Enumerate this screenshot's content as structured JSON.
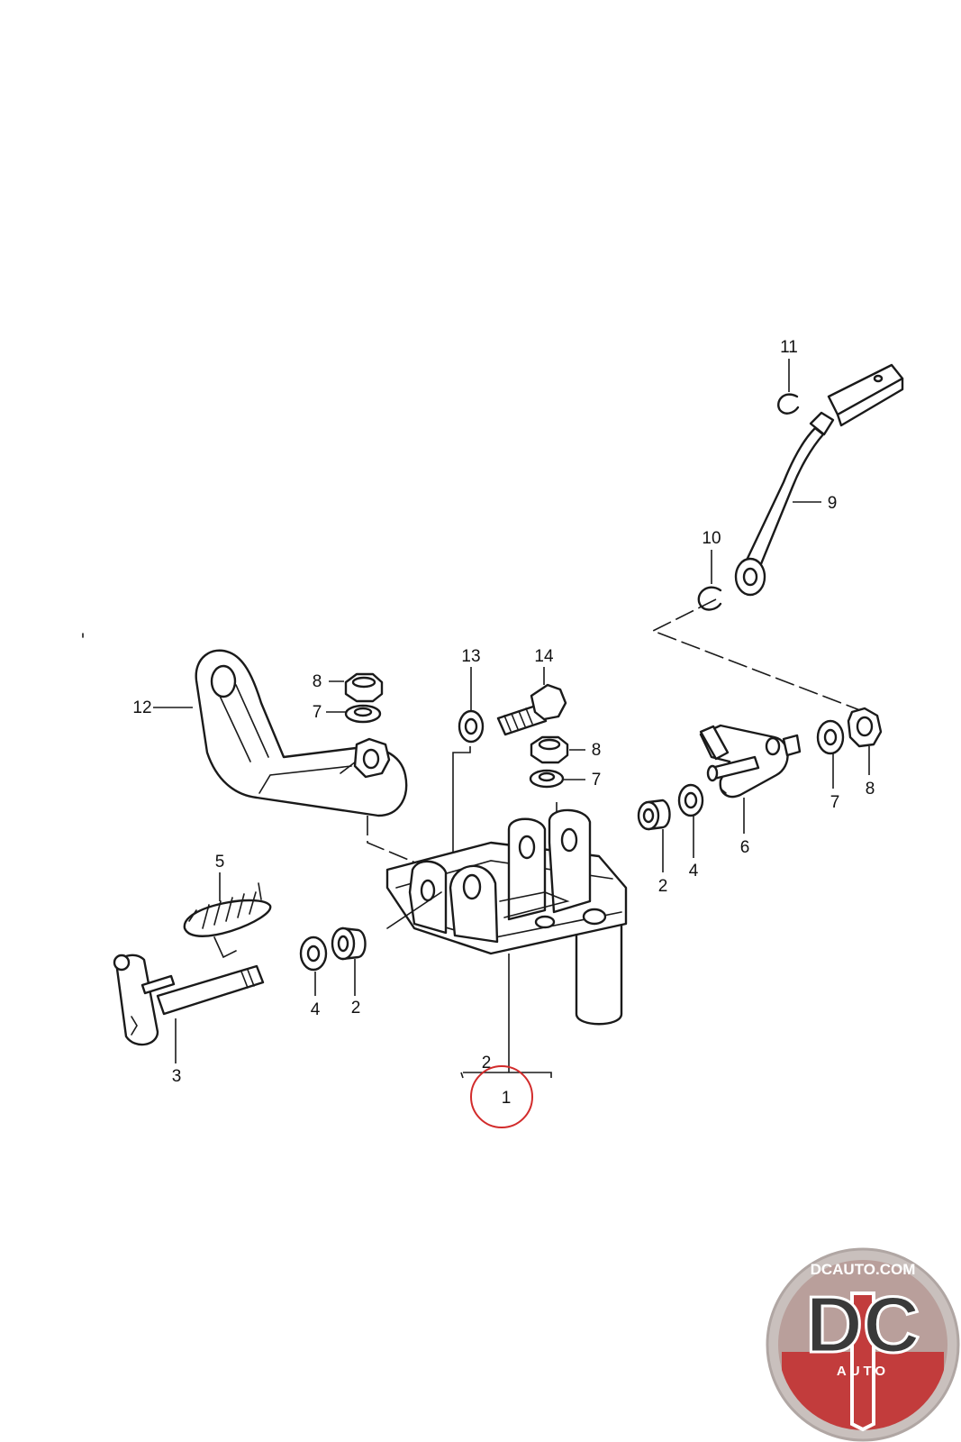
{
  "diagram": {
    "callouts": {
      "c1": "1",
      "c2a": "2",
      "c2b": "2",
      "c2c": "2",
      "c3": "3",
      "c4a": "4",
      "c4b": "4",
      "c5": "5",
      "c6": "6",
      "c7a": "7",
      "c7b": "7",
      "c7c": "7",
      "c8a": "8",
      "c8b": "8",
      "c8c": "8",
      "c9": "9",
      "c10": "10",
      "c11": "11",
      "c12": "12",
      "c13": "13",
      "c14": "14"
    },
    "highlight_color": "#d22b2b"
  },
  "logo": {
    "site": "DCAUTO.COM",
    "mark": "DC",
    "sub": "AUTO",
    "colors": {
      "ring": "#c9c0bd",
      "base": "#c23c3c",
      "letters": "#3a3a3a"
    }
  }
}
